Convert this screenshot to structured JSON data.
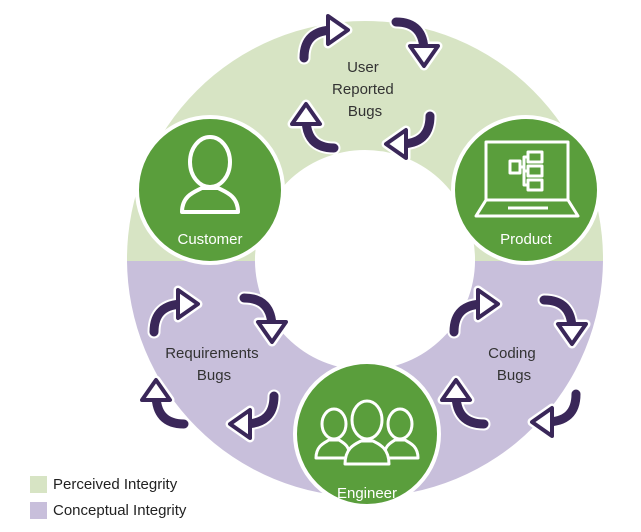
{
  "colors": {
    "perceived": "#d7e4c4",
    "conceptual": "#c8bfdb",
    "node": "#5a9e3c",
    "arrow": "#3a2759"
  },
  "nodes": {
    "customer": {
      "label": "Customer",
      "icon": "person-icon"
    },
    "product": {
      "label": "Product",
      "icon": "laptop-icon"
    },
    "engineer": {
      "label": "Engineer",
      "icon": "group-icon"
    }
  },
  "cycles": {
    "user": {
      "lines": [
        "User",
        "Reported",
        "Bugs"
      ]
    },
    "requirements": {
      "lines": [
        "Requirements",
        "Bugs"
      ]
    },
    "coding": {
      "lines": [
        "Coding",
        "Bugs"
      ]
    }
  },
  "legend": [
    {
      "label": "Perceived Integrity",
      "color_key": "perceived"
    },
    {
      "label": "Conceptual Integrity",
      "color_key": "conceptual"
    }
  ]
}
